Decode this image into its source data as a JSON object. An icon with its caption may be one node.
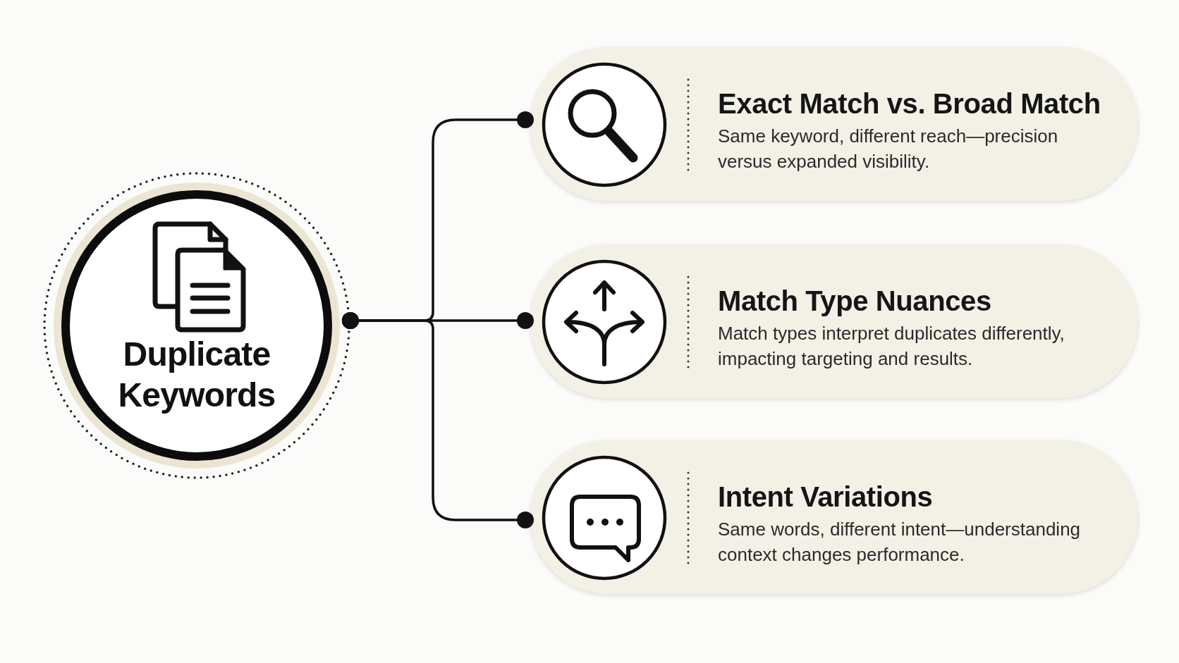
{
  "diagram": {
    "nodes": [
      {
        "text": [
          "Duplicate Keywords"
        ]
      },
      {
        "text": [
          "Exact Match vs. Broad Match",
          "Same keyword, different reach—precision versus expanded visibility."
        ]
      },
      {
        "text": [
          "Match Type Nuances",
          "Match types interpret duplicates differently, impacting targeting and results."
        ]
      },
      {
        "text": [
          "Intent Variations",
          "Same words, different intent—understanding context changes performance."
        ]
      }
    ],
    "edges": [
      {
        "from": 0,
        "to": 1,
        "arrow": "other"
      },
      {
        "from": 0,
        "to": 2,
        "arrow": "other"
      },
      {
        "from": 0,
        "to": 3,
        "arrow": "other"
      }
    ]
  }
}
